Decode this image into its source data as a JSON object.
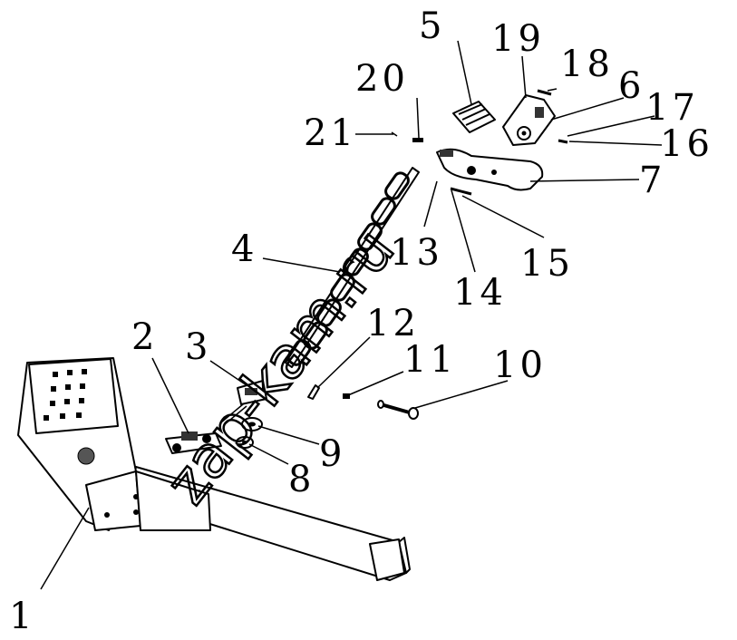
{
  "callouts": [
    "1",
    "2",
    "3",
    "4",
    "5",
    "6",
    "7",
    "8",
    "9",
    "10",
    "11",
    "12",
    "13",
    "14",
    "15",
    "16",
    "17",
    "18",
    "19",
    "20",
    "21"
  ],
  "watermark": "zap-kam.ru"
}
